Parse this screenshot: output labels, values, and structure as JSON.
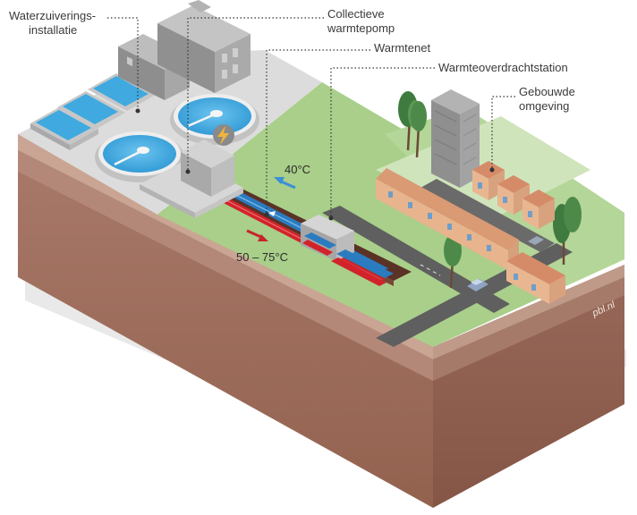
{
  "labels": {
    "wwtp_line1": "Waterzuiverings-",
    "wwtp_line2": "installatie",
    "heatpump_line1": "Collectieve",
    "heatpump_line2": "warmtepomp",
    "heat_network": "Warmtenet",
    "transfer_station": "Warmteoverdrachtstation",
    "built_env_line1": "Gebouwde",
    "built_env_line2": "omgeving"
  },
  "temperatures": {
    "return": "40°C",
    "supply": "50 – 75°C"
  },
  "credit": "pbl.nl",
  "colors": {
    "grass": "#a9cf8a",
    "soil_side": "#a37464",
    "soil_top": "#d4b4a4",
    "concrete": "#d8d8d8",
    "water": "#3fa9e0",
    "pipe_hot": "#d2232a",
    "pipe_cold": "#2b7bc0",
    "road": "#5f5f5f",
    "tree": "#4d8a4a",
    "brick": "#e8b48d"
  },
  "icons": {
    "heat_pump": "lightning-bolt-icon",
    "arrow_cold": "arrow-left-icon",
    "arrow_hot": "arrow-right-icon"
  }
}
